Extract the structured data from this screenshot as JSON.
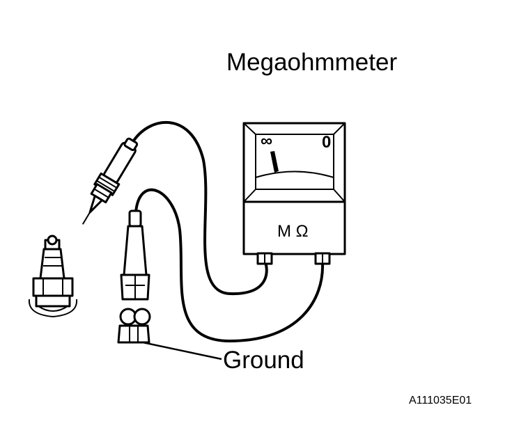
{
  "diagram": {
    "title": "Megaohmmeter",
    "ground_label": "Ground",
    "figure_code": "A111035E01",
    "meter": {
      "scale_left": "∞",
      "scale_right": "0",
      "unit": "M Ω"
    }
  }
}
